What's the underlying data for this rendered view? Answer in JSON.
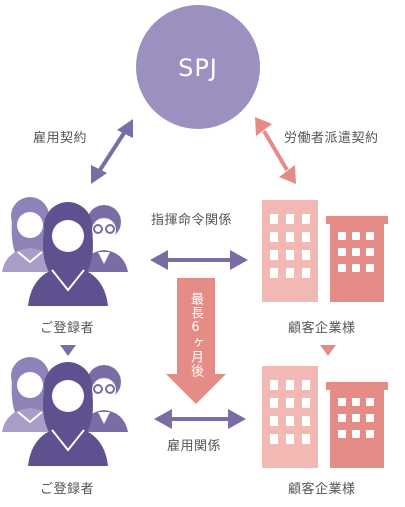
{
  "center": {
    "label": "SPJ"
  },
  "labels": {
    "employment_contract": "雇用契約",
    "dispatch_contract": "労働者派遣契約",
    "command_relation": "指揮命令関係",
    "employment_relation": "雇用関係",
    "max_period": "最長6ヶ月後"
  },
  "workers": {
    "top_caption": "ご登録者",
    "bottom_caption": "ご登録者"
  },
  "clients": {
    "top_caption": "顧客企業様",
    "bottom_caption": "顧客企業様"
  },
  "colors": {
    "spj_circle": "#9c90c0",
    "purple": "#7a6ca4",
    "salmon": "#e58c86",
    "pink_light": "#f2b8b3"
  }
}
